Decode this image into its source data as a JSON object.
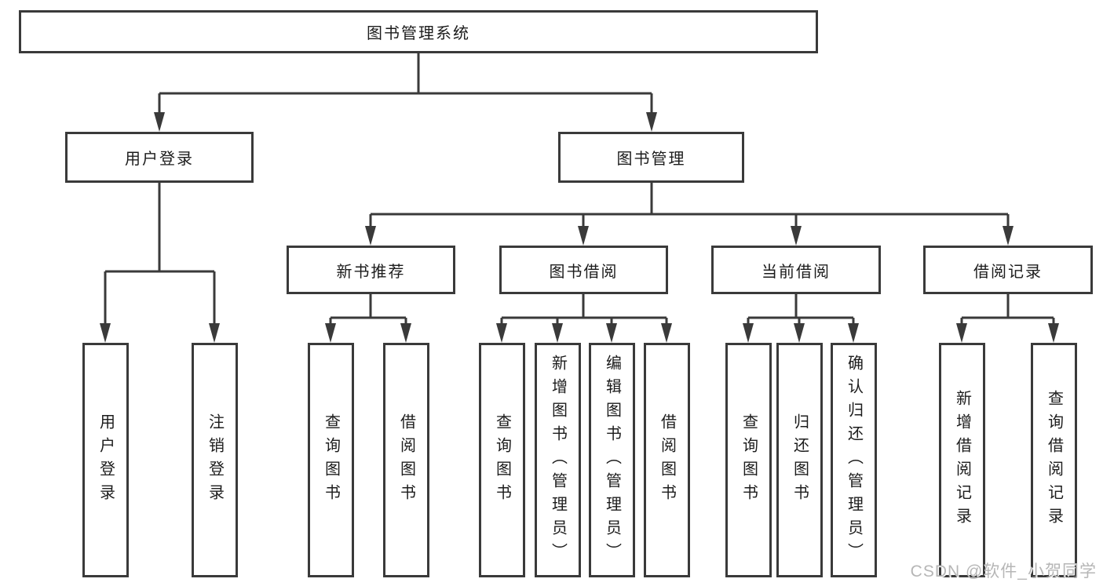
{
  "diagram": {
    "root": "图书管理系统",
    "user_login": {
      "label": "用户登录",
      "leaves": [
        "用户登录",
        "注销登录"
      ]
    },
    "book_management": {
      "label": "图书管理",
      "modules": [
        {
          "label": "新书推荐",
          "leaves": [
            "查询图书",
            "借阅图书"
          ]
        },
        {
          "label": "图书借阅",
          "leaves": [
            "查询图书",
            "新增图书（管理员）",
            "编辑图书（管理员）",
            "借阅图书"
          ]
        },
        {
          "label": "当前借阅",
          "leaves": [
            "查询图书",
            "归还图书",
            "确认归还（管理员）"
          ]
        },
        {
          "label": "借阅记录",
          "leaves": [
            "新增借阅记录",
            "查询借阅记录"
          ]
        }
      ]
    }
  },
  "watermark": "CSDN @软件_小贺同学",
  "colors": {
    "line": "#3a3a3a",
    "node_border": "#3a3a3a",
    "text": "#1c1c1c",
    "watermark": "#b6b6b6",
    "background": "#ffffff"
  }
}
